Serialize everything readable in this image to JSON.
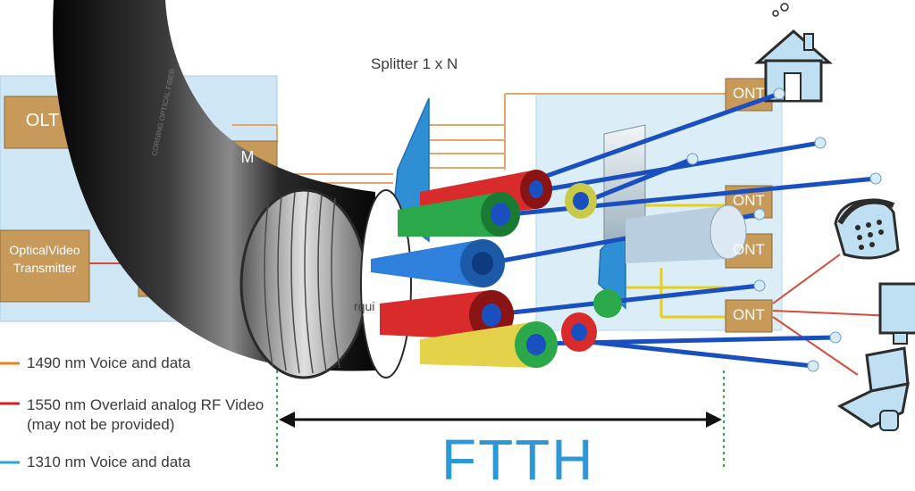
{
  "diagram": {
    "splitter_label": "Splitter 1 x N",
    "olt_label": "OLT",
    "wdm_label": "M",
    "video_tx_label": "OpticalVideo Transmitter",
    "ont_label": "ONT",
    "stray_label": "rqui",
    "cable_print": "CORNING OPTICAL FIBER",
    "banner": "FTTH"
  },
  "legend": [
    {
      "label": "1490 nm Voice and data",
      "color": "#e8821e"
    },
    {
      "label": "1550 nm Overlaid analog RF Video (may not be provided)",
      "color": "#d62020"
    },
    {
      "label": "1310 nm Voice and data",
      "color": "#2aa3d8"
    }
  ],
  "colors": {
    "box_fill": "#c79a5a",
    "panel_fill": "#cfe6f4",
    "fiber_blue": "#1a4fc0",
    "banner": "#2d98d8",
    "cable": "#1e1e1e"
  }
}
